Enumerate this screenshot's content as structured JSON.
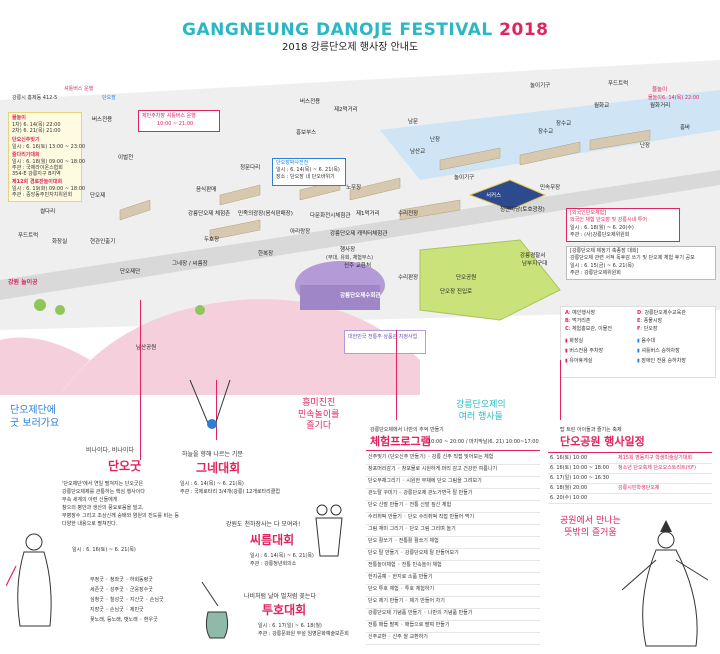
{
  "header": {
    "title_en": "GANGNEUNG DANOJE FESTIVAL",
    "title_year": "2018",
    "subtitle": "2018 강릉단오제 행사장 안내도"
  },
  "colors": {
    "title_teal": "#2bb8c4",
    "title_pink": "#e0245e",
    "accent_pink": "#e0245e",
    "green_area": "#c9e27a",
    "purple_area": "#b49ad6",
    "blue_road": "#5fa8e0",
    "ground": "#ededed",
    "pink_mound": "#f2c6d6"
  },
  "map_labels": {
    "bus_area_top": "강릉시 홍제동 412-5",
    "shuttle_label": "셔틀버스 운행",
    "shuttle_sub": "단오장",
    "hangeul_left": "강릉단오제 단오장",
    "p1": "물놀이",
    "p1_time": "1차) 6. 14(목) 22:00",
    "p1_time2": "2차) 6. 21(목) 21:00",
    "p2": "단오신주빚기",
    "p2_time": "일시 : 6. 16(토) 13:00 ~ 23:00",
    "p3": "줄다리기대회",
    "p3_time": "일시 : 6. 18(월) 09:00 ~ 18:00",
    "p3_place": "주관 : 국제라이온스협회",
    "p3_place2": "354-E 강릉지구 B지역",
    "p4": "제12회 경로잔놀이대회",
    "p4_time": "일시 : 6. 19(화) 09:00 ~ 18:00",
    "p4_place": "주관 : 중앙동주민자치위원회",
    "bus_stop": "버스전용",
    "left_bridge": "이벌천",
    "shuttle_box": "제민주차장 셔틀버스 운행",
    "shuttle_box_time": "10:00 ~ 21:00",
    "bus_top": "버스전용",
    "nature1": "제2먹거리",
    "nature2": "흥보부스",
    "jeongok": "정문다리",
    "danoje_center": "단오장박사전전",
    "danoje_center_time": "일시 : 6. 14(목) ~ 6. 21(목)",
    "danoje_center_place": "장소 : 단오장 내 단오바위기",
    "food": "음식판매",
    "danoje": "단오제",
    "sseol": "썰다리",
    "food_truck": "푸드트럭",
    "hyeongwan": "현관인출기",
    "toilet_small": "화장실",
    "experience": "강릉단오제 체험촌",
    "minjok": "민족의광장(음식판매장)",
    "duo": "두호장",
    "hanbok": "한복장",
    "danoje_bridge": "단오제단",
    "geune": "그네장 / 씨름장",
    "arirang": "아리랑장",
    "culture_center": "강릉단오제 캐릭터체험관",
    "hangsa": "행사장",
    "hangsa_sub": "(무대, 유회, 체험부스)",
    "sinju": "신주 교환처",
    "danoje_big": "강릉단오제수회관",
    "multi": "다문화전시체험관",
    "nomu": "노무장",
    "food2": "제1먹거리",
    "water": "수리전장",
    "bridge2": "수리판장",
    "left_gate": "남문",
    "namsan": "남산교",
    "nori": "놀이기구",
    "circus": "서커스",
    "dance": "민속무장",
    "cheong": "청단마당(토호광장)",
    "jangsu": "장수교",
    "nandan": "난장",
    "danoje_park": "단오공원",
    "danoje_long": "단오장 진입로",
    "police": "강릉경찰서",
    "police_sub": "남부지구대",
    "info_box_1": "[외국인단오체험]",
    "info_box_2": "외국인 체험 단오장 및 강릉시내 투어",
    "info_box_3": "일시 : 6. 18(월) ~ 6. 20(수)",
    "info_box_4": "주관 : (사)강릉단오제위원회",
    "info_box_b1": "[강릉단오제 제정기 축종장 대회]",
    "info_box_b2": "강릉단오제 관련 서적 독후감 쓰기 및 단오제 체험 후기 공모",
    "info_box_b3": "일시 : 6. 15(금) ~ 6. 21(목)",
    "info_box_b4": "주관 : 강릉단오제위원회",
    "mountain": "남산공원",
    "right_top1": "물놀이",
    "right_top2": "푸드트럭",
    "right_top3": "월화교",
    "right_top4": "놀이기구",
    "right_top5": "월화거리",
    "right_top6": "장수교",
    "right_top7": "난장",
    "right_top8": "흥바",
    "right_top9": "물놀이",
    "right_top10": "6. 14(목) 22:00",
    "map_logo": "강원 놀이공",
    "culture_ctr": "대한민국 전통주 상품관 지정사업"
  },
  "legend": {
    "items": [
      {
        "code": "A",
        "text": "예인행사장"
      },
      {
        "code": "B",
        "text": "먹거리촌"
      },
      {
        "code": "C",
        "text": "체험홍보관, 이물전"
      },
      {
        "code": "D",
        "text": "강릉단오제수교육관"
      },
      {
        "code": "E",
        "text": "풍물시장"
      },
      {
        "code": "F",
        "text": "단오장"
      }
    ],
    "icons": [
      {
        "name": "toilet-icon",
        "text": "화장실"
      },
      {
        "name": "water-icon",
        "text": "음수대"
      },
      {
        "name": "bus-icon",
        "text": "버스전용 주차장"
      },
      {
        "name": "shuttle-icon",
        "text": "셔틀버스 승하차장"
      },
      {
        "name": "nursing-icon",
        "text": "유아휴게실"
      },
      {
        "name": "wheelchair-icon",
        "text": "장애인 전용 승하차장"
      }
    ]
  },
  "lower_left": {
    "heading": "단오제단에\n굿 보러가요",
    "small": "비나이다, 비나이다",
    "title": "단오굿",
    "desc1": "'단오제단'에서 연일 펼쳐지는 단오굿은",
    "desc2": "강릉단오제제를 관통하는 핵심 행사이다",
    "desc3": "무속 세계의 아련 신들에게",
    "desc4": "참으의 평안과 생산의 풍요로움을 빌고,",
    "desc5": "무병장수 그리고 조상신께 숭배와 염원의 진도를 비는 등",
    "desc6": "다양한 내용으로 펼쳐진다.",
    "date": "일시 : 6. 16(토) ~ 6. 21(목)",
    "list": [
      "부정굿 ◦ 청좌굿 ◦ 하회동령굿",
      "세존굿 ◦ 성주굿 ◦ 군웅장수굿",
      "심청굿 ◦ 칠성굿 ◦ 지신굿 ◦ 손님굿",
      "지장굿 ◦ 손님굿 ◦ 제민굿",
      "꽃노래, 등노래, 뱃노래 ◦ 환우굿"
    ]
  },
  "lower_mid": {
    "heading": "흥미진진\n민속놀이를\n즐기다",
    "swing_small": "하늘을 향해 나르는 기분",
    "swing_title": "그네대회",
    "swing_date": "일시 : 6. 14(목) ~ 6. 21(목)",
    "swing_place": "주관 : 국제로타리 3/4개(강릉) 12개로타리클럽",
    "ssireum_small": "강원도 천하장사는 다 모여라!",
    "ssireum_title": "씨름대회",
    "ssireum_date": "일시 : 6. 14(목) ~ 6. 21(목)",
    "ssireum_place": "주관 : 강릉청년회의소",
    "tuho_small": "나비처럼 날아 벌처럼 꽂는다",
    "tuho_title": "투호대회",
    "tuho_date": "일시 : 6. 17(일) ~ 6. 18(월)",
    "tuho_place": "주관 : 강릉문화원 부설 임영문화예술보존회"
  },
  "program": {
    "intro": "강릉단오제에서 나만의 추억 만들기",
    "title": "체험프로그램",
    "time": "10:00 ~ 20:00 / 마지막날(6. 21) 10:00~17:00",
    "rows": [
      "신주빚기 (단오신주 만들기) ◦ 강릉 신주 직접 빚어보는 체험",
      "창포머리감기 ◦ 창포물로 시원하게 머리 감고 건강한 여름나기",
      "단오부채그리기 ◦ 시원한 부채에 단오 그림을 그려보기",
      "관노탈 꾸미기 ◦ 강릉단오제 관노가면극 탈 만들기",
      "단오 신발 만들기 ◦ 전통 신발 짚신 체험",
      "수리취떡 만들기 ◦ 단오 수리취떡 직접 만들어 먹기",
      "그림 재미 그리기 ◦ 단오 그림 그리며 놀기",
      "단오 활쏘기 ◦ 전통활 활쏘기 체험",
      "단오 탈 만들기 ◦ 강릉단오제 탈 만들어보기",
      "전통놀이체험 ◦ 전통 민속놀이 체험",
      "한지공예 ◦ 한지로 소품 만들기",
      "단오 투호 체험 ◦ 투호 체험하기",
      "단오 제기 만들기 ◦ 제기 만들어 차기",
      "강릉단오제 기념품 만들기 ◦ 나만의 기념품 만들기",
      "전통 매듭 팔찌 ◦ 매듭으로 팔찌 만들기",
      "신주교환 ◦ 신주 쌀 교환하기"
    ]
  },
  "lower_right": {
    "heading": "강릉단오제의\n여러 행사들",
    "intro": "탑 트린 아이들과 즐기는 축제",
    "title": "단오공원 행사일정",
    "sched": [
      {
        "date": "6. 16(토) 10:00",
        "text": "제15회 영동지구 학생미술실기대회"
      },
      {
        "date": "6. 16(토) 10:00 ~ 18:00",
        "text": "청소년 단오축제 단오오스트리트(Y.F)"
      },
      {
        "date": "6. 17(일) 10:00 ~ 16:30",
        "text": ""
      },
      {
        "date": "6. 18(월) 20:00",
        "text": "강릉시민학생단오제"
      },
      {
        "date": "6. 20(수) 10:00",
        "text": ""
      }
    ],
    "park_heading": "공원에서 만나는\n뜻밖의 즐거움"
  }
}
